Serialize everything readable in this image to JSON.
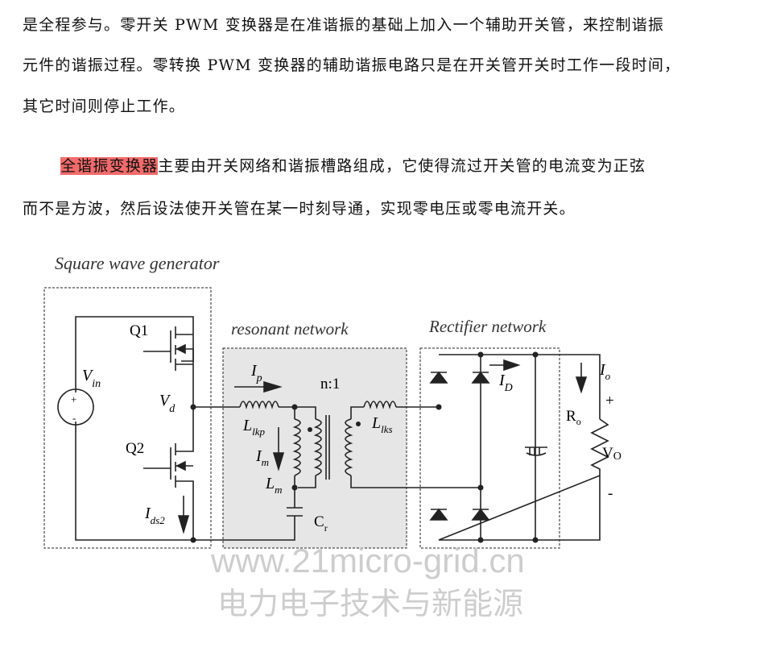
{
  "paragraphs": {
    "p1_line1": "是全程参与。零开关 PWM 变换器是在准谐振的基础上加入一个辅助开关管，来控制谐振",
    "p1_line2": "元件的谐振过程。零转换 PWM 变换器的辅助谐振电路只是在开关管开关时工作一段时间，",
    "p1_line3": "其它时间则停止工作。",
    "p2_highlight": "全谐振变换器",
    "p2_line1_rest": "主要由开关网络和谐振槽路组成，它使得流过开关管的电流变为正弦",
    "p2_line2": "而不是方波，然后设法使开关管在某一时刻导通，实现零电压或零电流开关。"
  },
  "figure": {
    "square_wave_title": "Square wave generator",
    "resonant_title": "resonant network",
    "rectifier_title": "Rectifier network",
    "vin": "V",
    "vin_sub": "in",
    "q1": "Q1",
    "q2": "Q2",
    "vd": "V",
    "vd_sub": "d",
    "ids2": "I",
    "ids2_sub": "ds2",
    "ip": "I",
    "ip_sub": "p",
    "ratio": "n:1",
    "llkp": "L",
    "llkp_sub": "lkp",
    "im": "I",
    "im_sub": "m",
    "lm": "L",
    "lm_sub": "m",
    "cr": "C",
    "cr_sub": "r",
    "llks": "L",
    "llks_sub": "lks",
    "id": "I",
    "id_sub": "D",
    "io": "I",
    "io_sub": "o",
    "ro": "R",
    "ro_sub": "o",
    "vo": "V",
    "vo_sub": "O",
    "plus": "+",
    "minus": "-"
  },
  "watermark": {
    "cn": "电力电子技术与新能源",
    "url": "www.21micro-grid.cn"
  },
  "colors": {
    "highlight": "#f26b6b",
    "resonant_fill": "#e6e6e6"
  }
}
